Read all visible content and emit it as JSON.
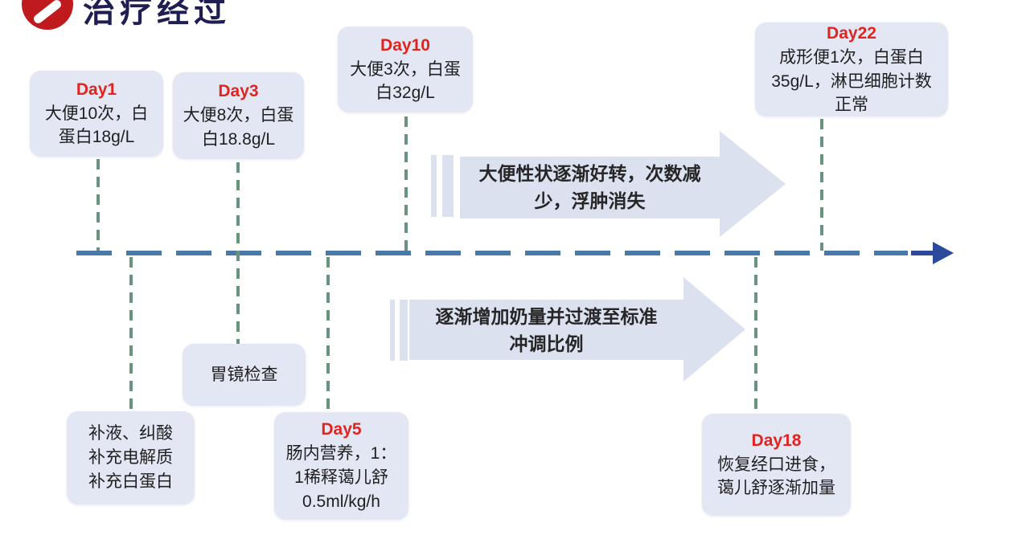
{
  "header": {
    "title": "治疗经过",
    "icon": "circular-red-logo"
  },
  "colors": {
    "box_fill": "#e3e7f4",
    "arrow_fill": "#dce1f0",
    "day_red": "#e02420",
    "timeline_blue": "#4879a9",
    "timeline_arrow_navy": "#2b4a9b",
    "connector_teal": "#69927f",
    "title_navy": "#1e1e52",
    "logo_red": "#bf1a1e"
  },
  "milestones_top": [
    {
      "day": "Day1",
      "lines": [
        "大便10次，白",
        "蛋白18g/L"
      ]
    },
    {
      "day": "Day3",
      "lines": [
        "大便8次，白蛋",
        "白18.8g/L"
      ]
    },
    {
      "day": "Day10",
      "lines": [
        "大便3次，白蛋",
        "白32g/L"
      ]
    },
    {
      "day": "Day22",
      "lines": [
        "成形便1次，白蛋白",
        "35g/L，淋巴细胞计数",
        "正常"
      ]
    }
  ],
  "events_bottom": [
    {
      "day": "",
      "lines": [
        "补液、纠酸",
        "补充电解质",
        "补充白蛋白"
      ]
    },
    {
      "day": "",
      "lines": [
        "胃镜检查"
      ]
    },
    {
      "day": "Day5",
      "lines": [
        "肠内营养，1：",
        "1稀释蔼儿舒",
        "0.5ml/kg/h"
      ]
    },
    {
      "day": "Day18",
      "lines": [
        "恢复经口进食，",
        "蔼儿舒逐渐加量"
      ]
    }
  ],
  "banners": {
    "top": {
      "text": "大便性状逐渐好转，次数减少，浮肿消失"
    },
    "bottom": {
      "text": "逐渐增加奶量并过渡至标准冲调比例"
    }
  }
}
